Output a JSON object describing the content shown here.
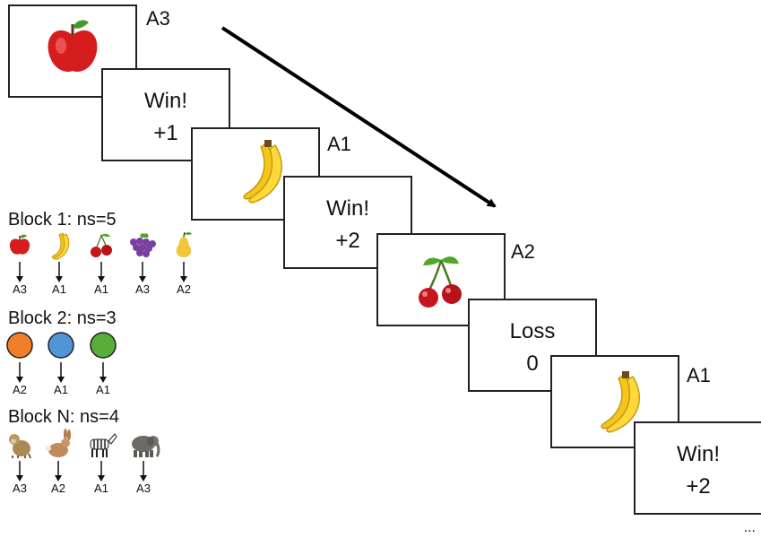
{
  "trials": [
    {
      "stimulus": "apple-icon",
      "action": "A3"
    },
    {
      "feedback_word": "Win!",
      "feedback_points": "+1"
    },
    {
      "stimulus": "banana-icon",
      "action": "A1"
    },
    {
      "feedback_word": "Win!",
      "feedback_points": "+2"
    },
    {
      "stimulus": "cherry-icon",
      "action": "A2"
    },
    {
      "feedback_word": "Loss",
      "feedback_points": "0"
    },
    {
      "stimulus": "banana-icon",
      "action": "A1"
    },
    {
      "feedback_word": "Win!",
      "feedback_points": "+2"
    }
  ],
  "blocks": [
    {
      "title": "Block 1: ns=5",
      "items": [
        {
          "icon": "apple-icon",
          "action": "A3"
        },
        {
          "icon": "banana-icon",
          "action": "A1"
        },
        {
          "icon": "cherry-icon",
          "action": "A1"
        },
        {
          "icon": "grapes-icon",
          "action": "A3"
        },
        {
          "icon": "pear-icon",
          "action": "A2"
        }
      ]
    },
    {
      "title": "Block 2: ns=3",
      "items": [
        {
          "icon": "orange-circle-icon",
          "color": "#f07f2b",
          "action": "A2"
        },
        {
          "icon": "blue-circle-icon",
          "color": "#4f95d8",
          "action": "A1"
        },
        {
          "icon": "green-circle-icon",
          "color": "#58ad3a",
          "action": "A1"
        }
      ]
    },
    {
      "title": "Block N: ns=4",
      "items": [
        {
          "icon": "monkey-icon",
          "action": "A3"
        },
        {
          "icon": "rabbit-icon",
          "action": "A2"
        },
        {
          "icon": "zebra-icon",
          "action": "A1"
        },
        {
          "icon": "elephant-icon",
          "action": "A3"
        }
      ]
    }
  ],
  "ellipsis": "..."
}
